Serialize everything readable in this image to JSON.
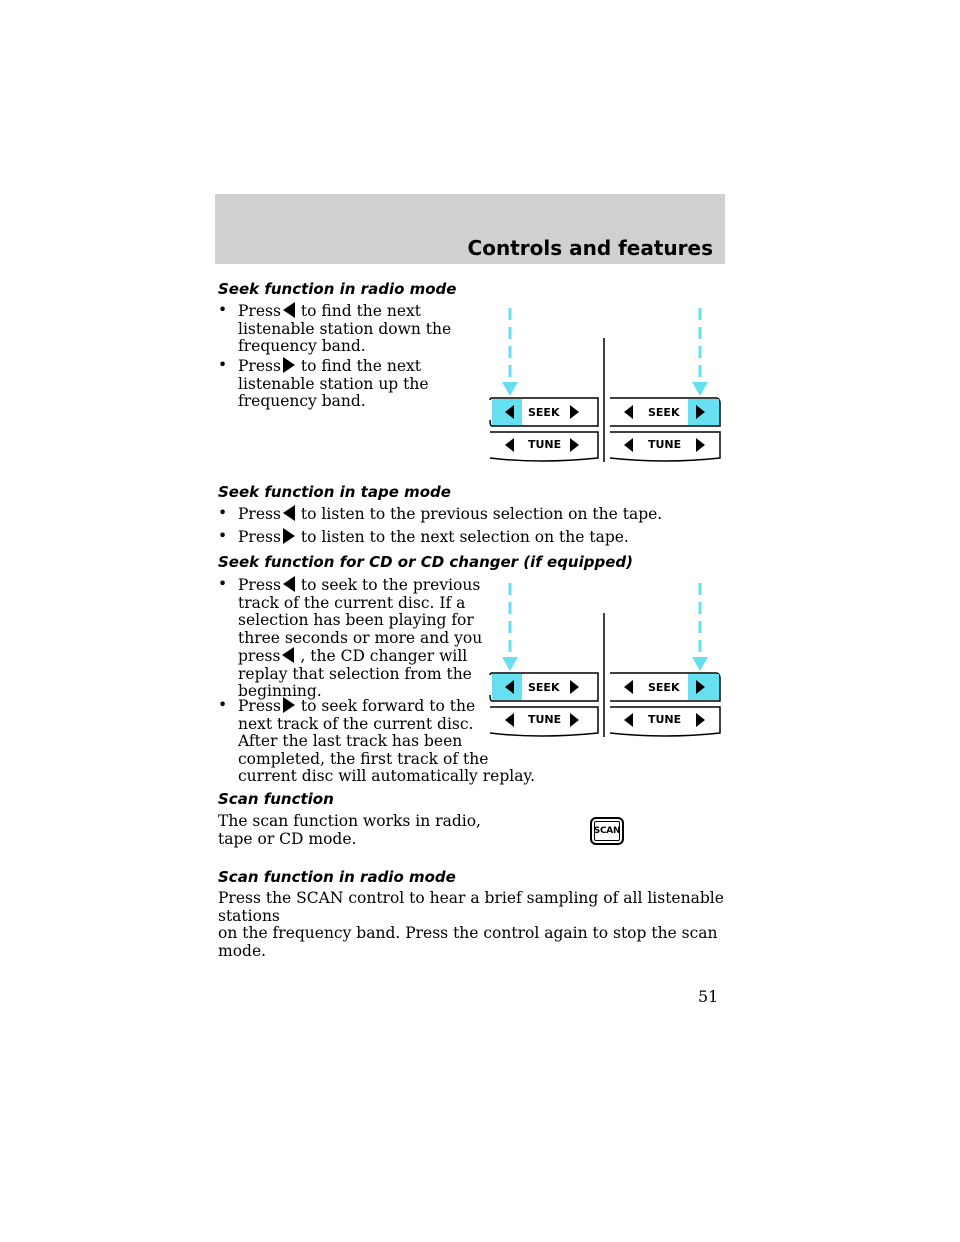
{
  "header": {
    "title": "Controls and features"
  },
  "sections": {
    "seek_radio": {
      "heading": "Seek function in radio mode",
      "items": [
        {
          "press": "Press",
          "text": "to find the next",
          "rest": [
            "listenable station down the",
            "frequency band."
          ]
        },
        {
          "press": "Press",
          "text": "to find the next",
          "rest": [
            "listenable station up the",
            "frequency band."
          ]
        }
      ]
    },
    "seek_tape": {
      "heading": "Seek function in tape mode",
      "items": [
        {
          "press": "Press",
          "text": "to listen to the previous selection on the tape."
        },
        {
          "press": "Press",
          "text": "to listen to the next selection on the tape."
        }
      ]
    },
    "seek_cd": {
      "heading": "Seek function for CD or CD changer (if equipped)",
      "items": [
        {
          "press": "Press",
          "text": "to seek to the previous",
          "rest": [
            "track of the current disc. If a",
            "selection has been playing for",
            "three seconds or more and you"
          ],
          "press2": "press",
          "text2": ", the CD changer will",
          "rest2": [
            "replay that selection from the",
            "beginning."
          ]
        },
        {
          "press": "Press",
          "text": "to seek forward to the",
          "rest": [
            "next track of the current disc.",
            "After the last track has been",
            "completed, the first track of the",
            "current disc will automatically replay."
          ]
        }
      ]
    },
    "scan": {
      "heading": "Scan function",
      "lines": [
        "The scan function works in radio,",
        "tape or CD mode."
      ],
      "button_label": "SCAN"
    },
    "scan_radio": {
      "heading": "Scan function in radio mode",
      "lines": [
        "Press the SCAN control to hear a brief sampling of all listenable stations",
        "on the frequency band. Press the control again to stop the scan mode."
      ]
    }
  },
  "diagram": {
    "seek_label": "SEEK",
    "tune_label": "TUNE",
    "highlight_color": "#66e0f0"
  },
  "page_number": "51"
}
